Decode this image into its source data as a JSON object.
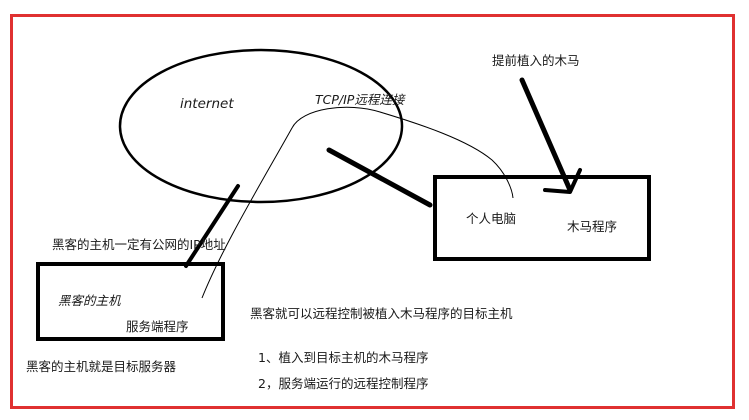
{
  "labels": {
    "internet": "internet",
    "tcp": "TCP/IP远程连接",
    "preinstalled": "提前植入的木马",
    "pc": "个人电脑",
    "trojan": "木马程序",
    "public_ip": "黑客的主机一定有公网的IP地址",
    "hacker_host": "黑客的主机",
    "server_program": "服务端程序",
    "is_target_server": "黑客的主机就是目标服务器",
    "remote_control": "黑客就可以远程控制被植入木马程序的目标主机",
    "note1": "1、植入到目标主机的木马程序",
    "note2": "2，服务端运行的远程控制程序"
  },
  "colors": {
    "frame": "#e03131",
    "ink": "#000000",
    "text": "#1a1a1a"
  }
}
